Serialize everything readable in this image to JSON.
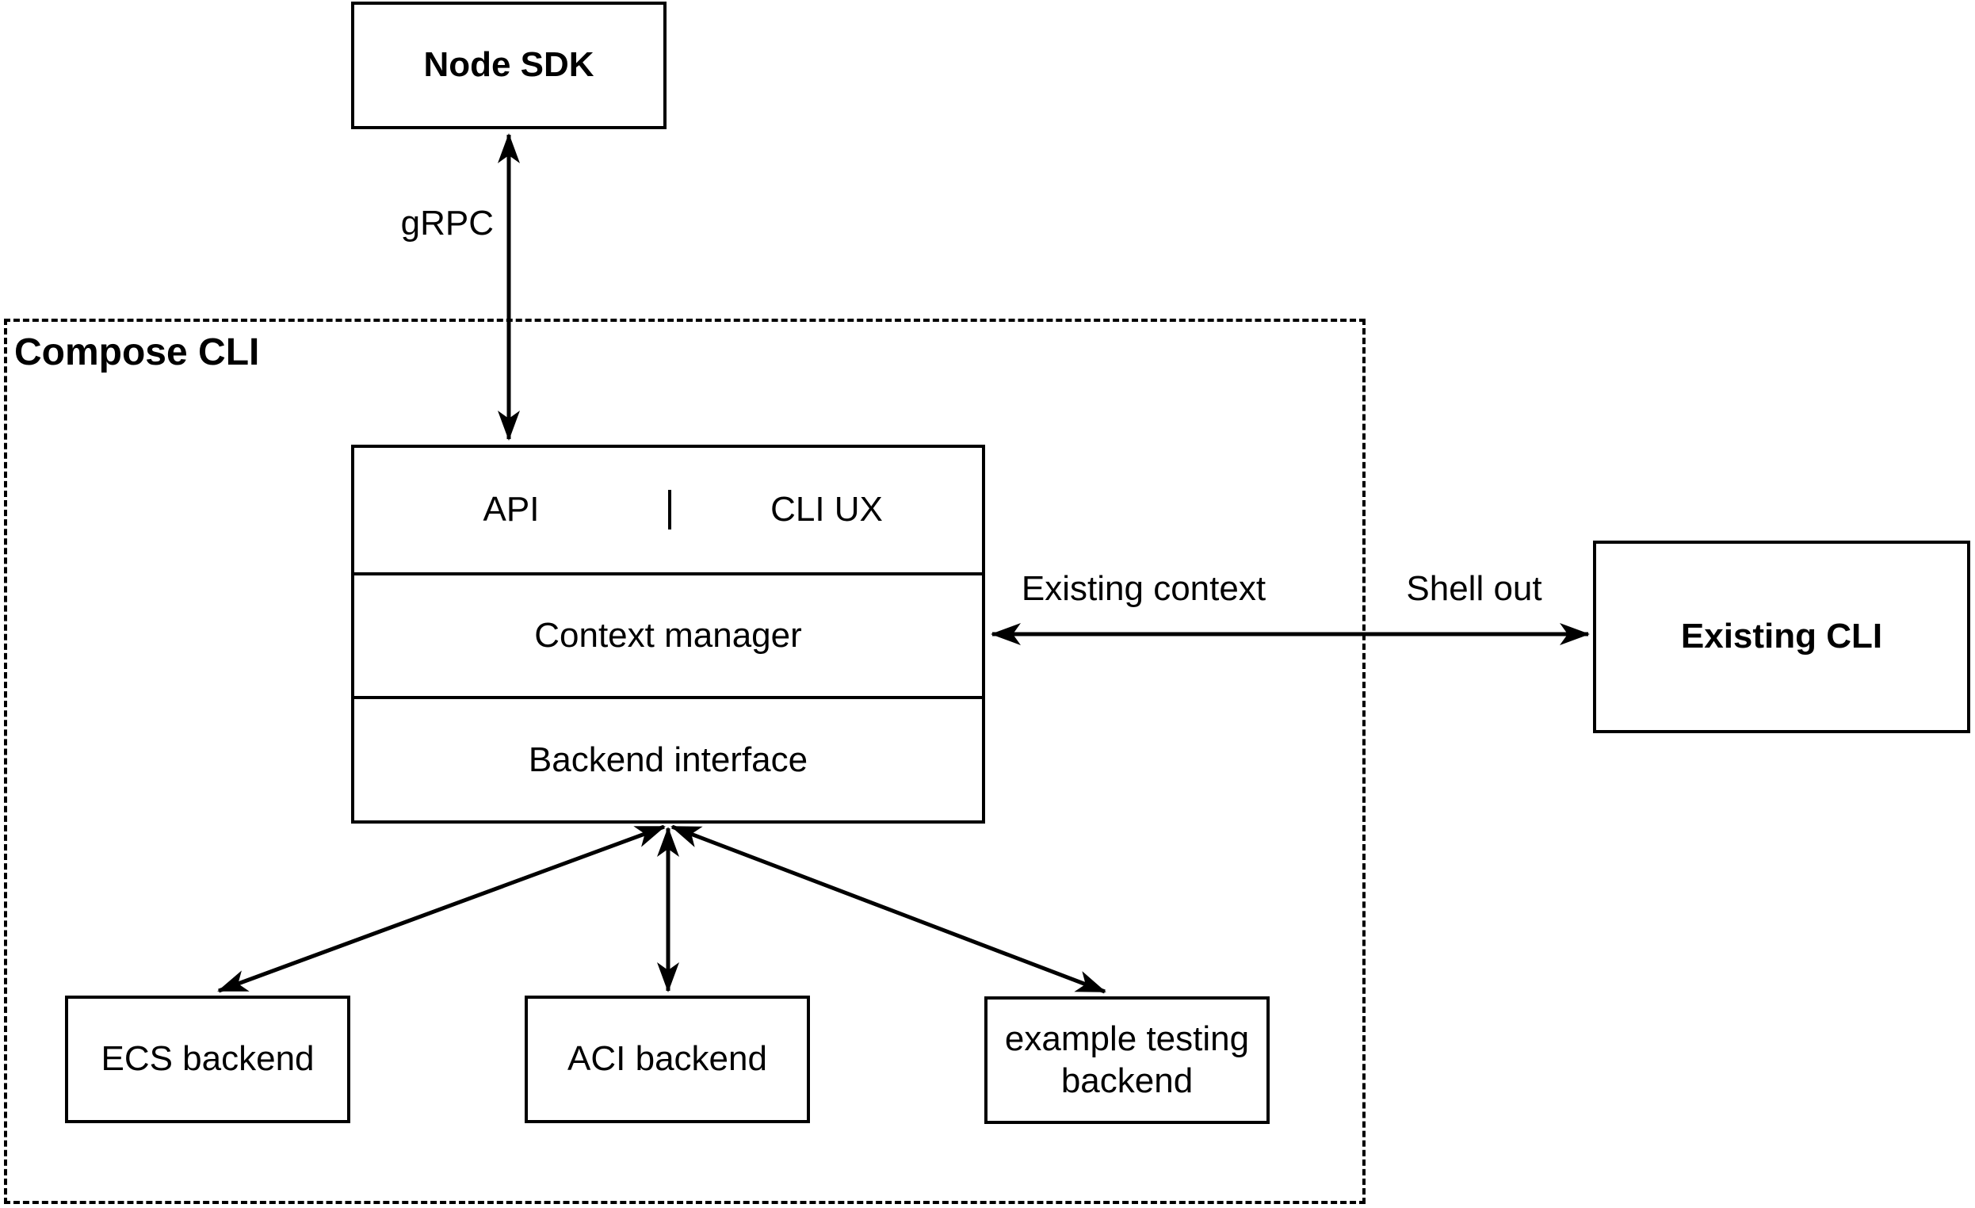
{
  "colors": {
    "stroke": "#000000",
    "background": "#ffffff",
    "text": "#000000"
  },
  "nodes": {
    "node_sdk": {
      "label": "Node SDK"
    },
    "compose_cli_group": {
      "label": "Compose CLI"
    },
    "core_stack": {
      "api": {
        "label": "API"
      },
      "cli_ux": {
        "label": "CLI UX"
      },
      "context_manager": {
        "label": "Context manager"
      },
      "backend_interface": {
        "label": "Backend interface"
      }
    },
    "existing_cli": {
      "label": "Existing CLI"
    },
    "backends": {
      "ecs": {
        "label": "ECS backend"
      },
      "aci": {
        "label": "ACI backend"
      },
      "example": {
        "label": "example testing backend"
      }
    }
  },
  "edges": {
    "grpc": {
      "label": "gRPC",
      "from": "Node SDK",
      "to": "API",
      "bidirectional": true
    },
    "existing_context": {
      "label": "Existing context",
      "from": "Context manager",
      "to": "Existing CLI",
      "bidirectional": true
    },
    "shell_out": {
      "label": "Shell out",
      "from": "Context manager",
      "to": "Existing CLI",
      "bidirectional": true
    },
    "backend_ecs": {
      "from": "Backend interface",
      "to": "ECS backend",
      "bidirectional": true
    },
    "backend_aci": {
      "from": "Backend interface",
      "to": "ACI backend",
      "bidirectional": true
    },
    "backend_example": {
      "from": "Backend interface",
      "to": "example testing backend",
      "bidirectional": true
    }
  }
}
